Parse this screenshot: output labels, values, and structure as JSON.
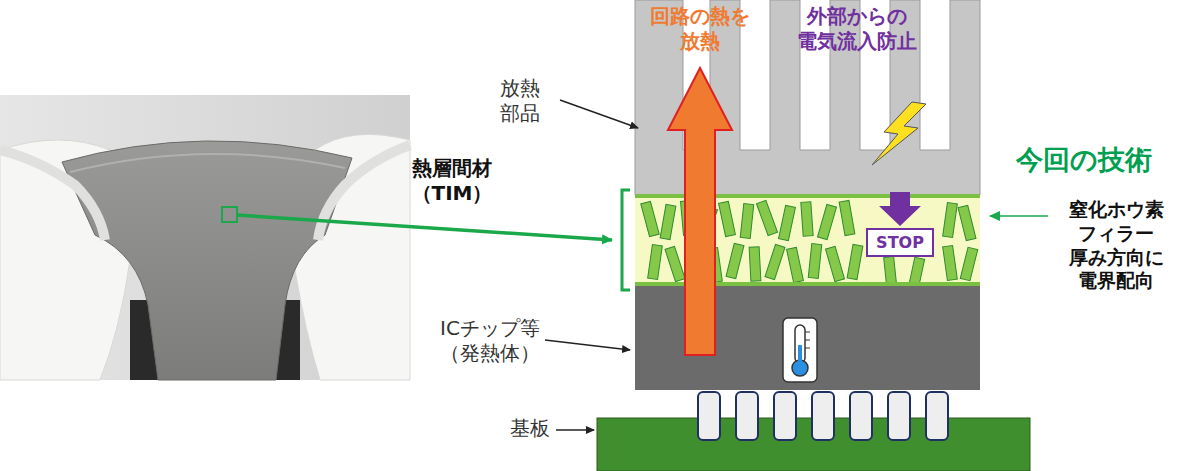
{
  "diagram": {
    "nodes": [
      {
        "text": [
          "STOP"
        ]
      }
    ],
    "labels": [
      "回路の熱を 放熱",
      "外部からの 電気流入防止",
      "放熱 部品",
      "熱層間材 （TIM）",
      "今回の技術",
      "窒化ホウ素 フィラー 厚み方向に 電界配向",
      "ICチップ等 （発熱体）",
      "基板"
    ]
  }
}
